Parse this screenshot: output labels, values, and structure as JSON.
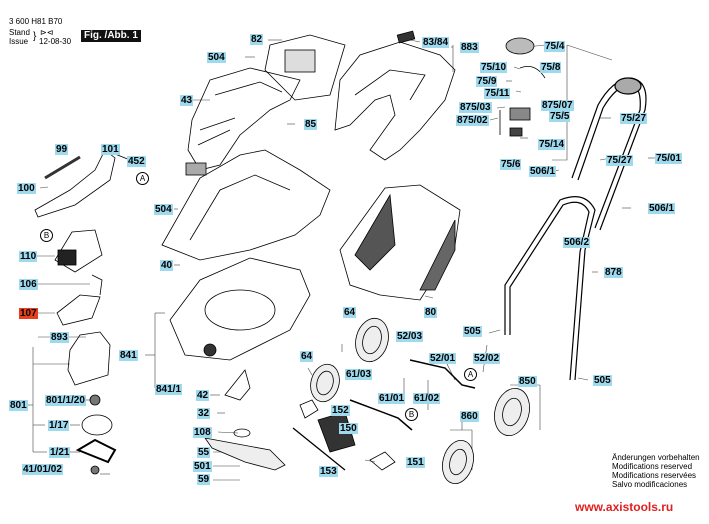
{
  "header": {
    "doc_number": "3 600 H81 B70",
    "stand_label": "Stand",
    "issue_label": "Issue",
    "date": "12-08-30",
    "figure_label": "Fig. /Abb. 1"
  },
  "labels": [
    {
      "id": "82",
      "text": "82"
    },
    {
      "id": "504a",
      "text": "504"
    },
    {
      "id": "43",
      "text": "43"
    },
    {
      "id": "85",
      "text": "85"
    },
    {
      "id": "83-84",
      "text": "83/84"
    },
    {
      "id": "883",
      "text": "883"
    },
    {
      "id": "75-4",
      "text": "75/4"
    },
    {
      "id": "75-10",
      "text": "75/10"
    },
    {
      "id": "75-8",
      "text": "75/8"
    },
    {
      "id": "75-9",
      "text": "75/9"
    },
    {
      "id": "75-11",
      "text": "75/11"
    },
    {
      "id": "875-03",
      "text": "875/03"
    },
    {
      "id": "875-07",
      "text": "875/07"
    },
    {
      "id": "875-02",
      "text": "875/02"
    },
    {
      "id": "75-5",
      "text": "75/5"
    },
    {
      "id": "75-14",
      "text": "75/14"
    },
    {
      "id": "75-6",
      "text": "75/6"
    },
    {
      "id": "506-1a",
      "text": "506/1"
    },
    {
      "id": "75-27a",
      "text": "75/27"
    },
    {
      "id": "75-27b",
      "text": "75/27"
    },
    {
      "id": "75-01",
      "text": "75/01"
    },
    {
      "id": "506-1b",
      "text": "506/1"
    },
    {
      "id": "506-2",
      "text": "506/2"
    },
    {
      "id": "878",
      "text": "878"
    },
    {
      "id": "99",
      "text": "99"
    },
    {
      "id": "101",
      "text": "101"
    },
    {
      "id": "452",
      "text": "452"
    },
    {
      "id": "100",
      "text": "100"
    },
    {
      "id": "504b",
      "text": "504"
    },
    {
      "id": "110",
      "text": "110"
    },
    {
      "id": "40",
      "text": "40"
    },
    {
      "id": "106",
      "text": "106"
    },
    {
      "id": "107",
      "text": "107",
      "highlight": true
    },
    {
      "id": "80",
      "text": "80"
    },
    {
      "id": "64a",
      "text": "64"
    },
    {
      "id": "893",
      "text": "893"
    },
    {
      "id": "841",
      "text": "841"
    },
    {
      "id": "52-03",
      "text": "52/03"
    },
    {
      "id": "505a",
      "text": "505"
    },
    {
      "id": "52-01",
      "text": "52/01"
    },
    {
      "id": "52-02",
      "text": "52/02"
    },
    {
      "id": "64b",
      "text": "64"
    },
    {
      "id": "61-03",
      "text": "61/03"
    },
    {
      "id": "505b",
      "text": "505"
    },
    {
      "id": "801",
      "text": "801"
    },
    {
      "id": "801-1-20",
      "text": "801/1/20"
    },
    {
      "id": "841-1",
      "text": "841/1"
    },
    {
      "id": "42",
      "text": "42"
    },
    {
      "id": "850",
      "text": "850"
    },
    {
      "id": "61-01",
      "text": "61/01"
    },
    {
      "id": "61-02",
      "text": "61/02"
    },
    {
      "id": "32",
      "text": "32"
    },
    {
      "id": "152",
      "text": "152"
    },
    {
      "id": "1-17",
      "text": "1/17"
    },
    {
      "id": "108",
      "text": "108"
    },
    {
      "id": "150",
      "text": "150"
    },
    {
      "id": "860",
      "text": "860"
    },
    {
      "id": "1-21",
      "text": "1/21"
    },
    {
      "id": "55",
      "text": "55"
    },
    {
      "id": "41-01-02",
      "text": "41/01/02"
    },
    {
      "id": "501",
      "text": "501"
    },
    {
      "id": "153",
      "text": "153"
    },
    {
      "id": "151",
      "text": "151"
    },
    {
      "id": "59",
      "text": "59"
    }
  ],
  "markers": [
    {
      "id": "A1",
      "text": "A"
    },
    {
      "id": "B1",
      "text": "B"
    },
    {
      "id": "A2",
      "text": "A"
    },
    {
      "id": "B2",
      "text": "B"
    }
  ],
  "notes": [
    "Änderungen vorbehalten",
    "Modifications reserved",
    "Modifications reservées",
    "Salvo modificaciones"
  ],
  "url": "www.axistools.ru",
  "colors": {
    "label_bg": "#9fd9ee",
    "highlight_bg": "#e8401c",
    "url_color": "#e02020"
  }
}
